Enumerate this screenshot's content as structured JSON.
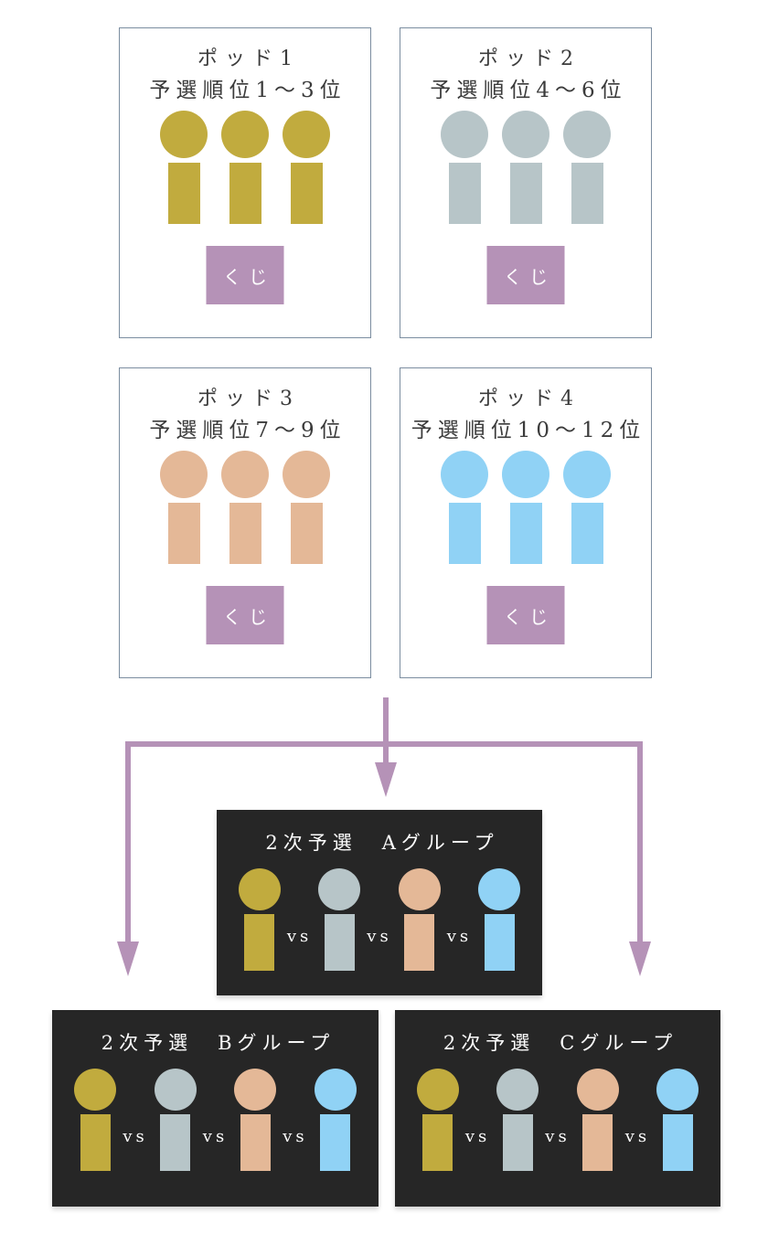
{
  "labels": {
    "vs": "vs",
    "lottery_button": "くじ"
  },
  "colors": {
    "pod1_olive": "#c1ab3e",
    "pod2_grayblue": "#b7c5c8",
    "pod3_tan": "#e4b897",
    "pod4_lightblue": "#90d2f5",
    "connector_mauve": "#b592b7",
    "group_box_dark": "#262626",
    "pod_border": "#7b8da0",
    "text_dark": "#3b3b3b",
    "text_light": "#ffffff"
  },
  "pods": [
    {
      "title": "ポッド1",
      "subtitle": "予選順位1〜3位",
      "player_count": 3,
      "color": "#c1ab3e",
      "button_label": "くじ"
    },
    {
      "title": "ポッド2",
      "subtitle": "予選順位4〜6位",
      "player_count": 3,
      "color": "#b7c5c8",
      "button_label": "くじ"
    },
    {
      "title": "ポッド3",
      "subtitle": "予選順位7〜9位",
      "player_count": 3,
      "color": "#e4b897",
      "button_label": "くじ"
    },
    {
      "title": "ポッド4",
      "subtitle": "予選順位10〜12位",
      "player_count": 3,
      "color": "#90d2f5",
      "button_label": "くじ"
    }
  ],
  "groups": [
    {
      "title": "2次予選　Aグループ",
      "player_count": 4,
      "member_colors": [
        "#c1ab3e",
        "#b7c5c8",
        "#e4b897",
        "#90d2f5"
      ]
    },
    {
      "title": "2次予選　Bグループ",
      "player_count": 4,
      "member_colors": [
        "#c1ab3e",
        "#b7c5c8",
        "#e4b897",
        "#90d2f5"
      ]
    },
    {
      "title": "2次予選　Cグループ",
      "player_count": 4,
      "member_colors": [
        "#c1ab3e",
        "#b7c5c8",
        "#e4b897",
        "#90d2f5"
      ]
    }
  ]
}
